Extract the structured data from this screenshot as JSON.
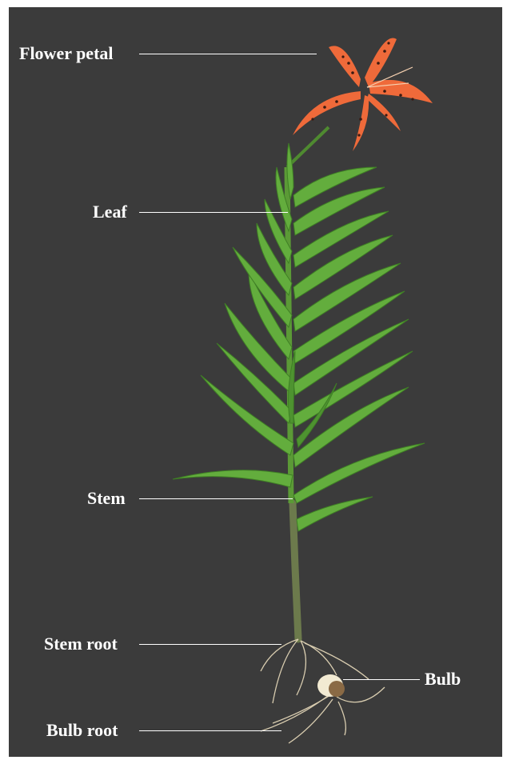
{
  "labels": {
    "flower_petal": "Flower petal",
    "leaf": "Leaf",
    "stem": "Stem",
    "stem_root": "Stem root",
    "bulb": "Bulb",
    "bulb_root": "Bulb root"
  },
  "colors": {
    "background": "#3b3b3b",
    "border": "#ffffff",
    "label_text": "#ffffff",
    "leader_line": "#ffffff",
    "leaf_green": "#5fa83a",
    "leaf_dark": "#3f7f25",
    "petal_orange": "#ef6a3a",
    "petal_spot": "#3a1a12",
    "stem": "#6b7d4a",
    "root": "#d9cdb0",
    "bulb": "#f2ead2"
  }
}
